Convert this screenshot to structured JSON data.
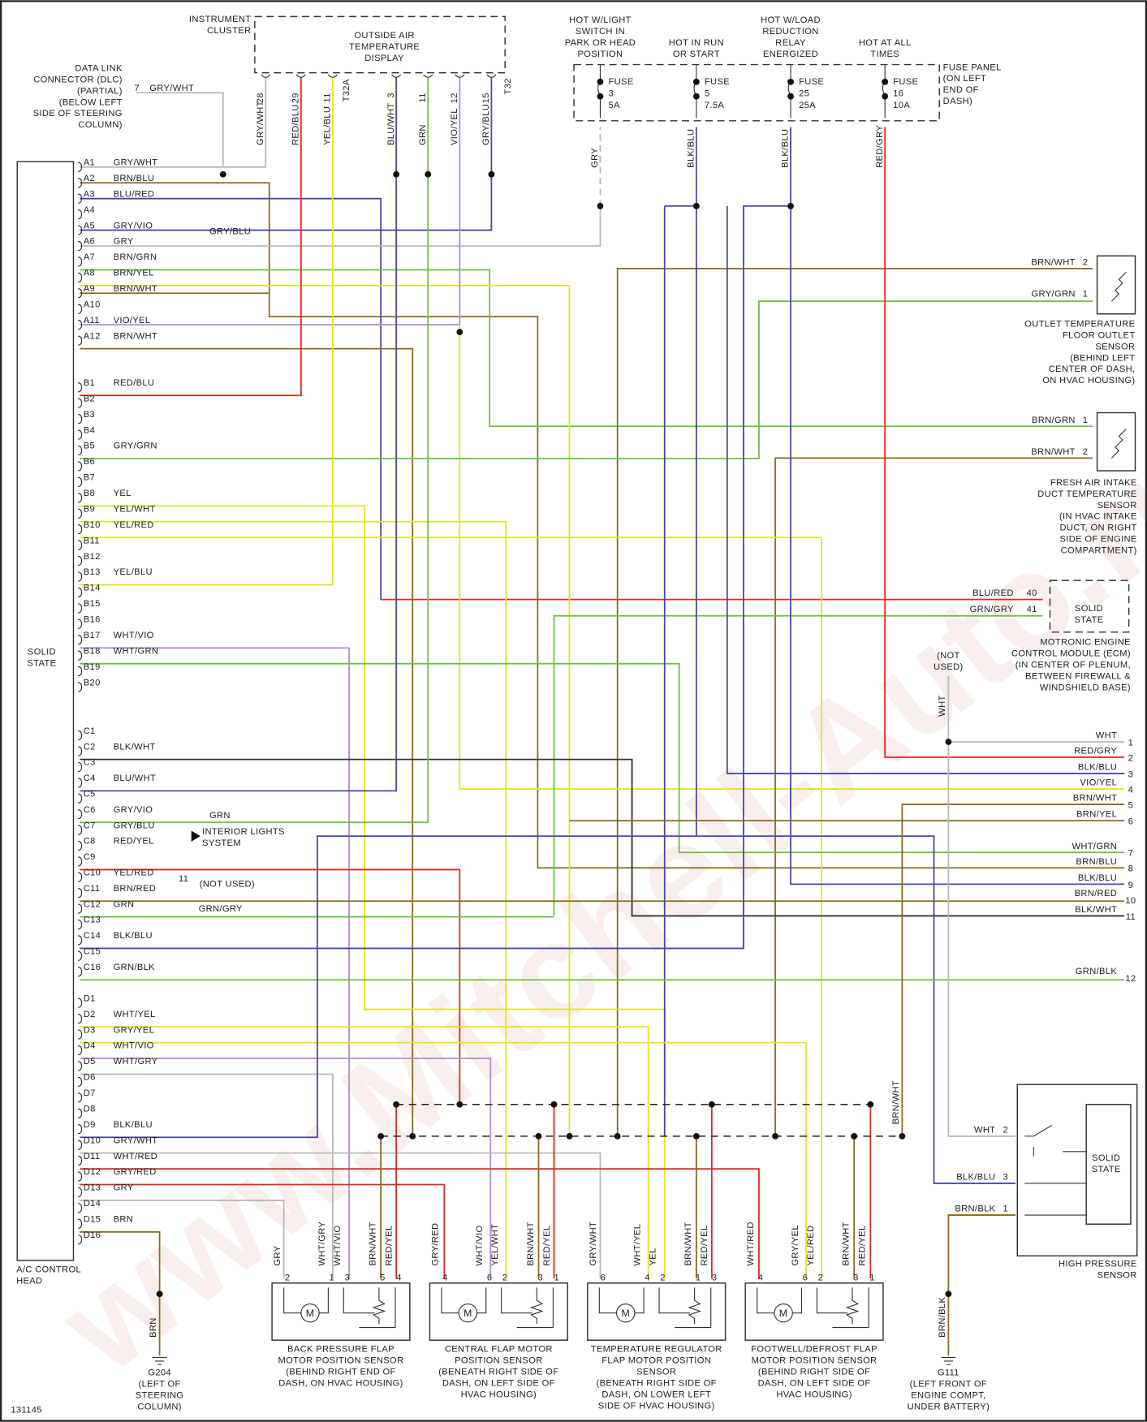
{
  "figure_number": "131145",
  "watermark": "www.Mitchell-Auto.ru",
  "wire_colors": {
    "GRY": "#b8b8b8",
    "BRN": "#8a6a1c",
    "BLU": "#4848a8",
    "RED": "#e0281e",
    "YEL": "#e6e21c",
    "GRN": "#6cc040",
    "VIO": "#b48cc8",
    "WHT": "#c8c8c8",
    "BLK": "#333333"
  },
  "instrument_cluster": {
    "label": [
      "INSTRUMENT",
      "CLUSTER"
    ],
    "display": [
      "OUTSIDE AIR",
      "TEMPERATURE",
      "DISPLAY"
    ],
    "connector_a": "T32A",
    "connector_b": "T32",
    "pins": [
      {
        "pin": "28",
        "wire": "GRY/WHT"
      },
      {
        "pin": "29",
        "wire": "RED/BLU"
      },
      {
        "pin": "11",
        "wire": "YEL/BLU"
      },
      {
        "pin": "3",
        "wire": "BLU/WHT"
      },
      {
        "pin": "11",
        "wire": "GRN"
      },
      {
        "pin": "12",
        "wire": "VIO/YEL"
      },
      {
        "pin": "15",
        "wire": "GRY/BLU"
      }
    ]
  },
  "dlc": {
    "label": [
      "DATA LINK",
      "CONNECTOR (DLC)",
      "(PARTIAL)",
      "(BELOW LEFT",
      "SIDE OF STEERING",
      "COLUMN)"
    ],
    "pin": "7",
    "wire": "GRY/WHT"
  },
  "fuse_panel": {
    "label": [
      "FUSE PANEL",
      "(ON LEFT",
      "END OF",
      "DASH)"
    ],
    "fuses": [
      {
        "condition": [
          "HOT W/LIGHT",
          "SWITCH IN",
          "PARK OR HEAD",
          "POSITION"
        ],
        "name": "FUSE",
        "number": "3",
        "rating": "5A",
        "wire": "GRY"
      },
      {
        "condition": [
          "HOT IN RUN",
          "OR START"
        ],
        "name": "FUSE",
        "number": "5",
        "rating": "7.5A",
        "wire": "BLK/BLU"
      },
      {
        "condition": [
          "HOT W/LOAD",
          "REDUCTION",
          "RELAY",
          "ENERGIZED"
        ],
        "name": "FUSE",
        "number": "25",
        "rating": "25A",
        "wire": "BLK/BLU"
      },
      {
        "condition": [
          "HOT AT ALL",
          "TIMES"
        ],
        "name": "FUSE",
        "number": "16",
        "rating": "10A",
        "wire": "RED/GRY"
      }
    ]
  },
  "ac_control_head": {
    "label": [
      "A/C CONTROL",
      "HEAD"
    ],
    "solid_state": [
      "SOLID",
      "STATE"
    ],
    "pins": {
      "A": [
        {
          "id": "A1",
          "wire": "GRY/WHT"
        },
        {
          "id": "A2",
          "wire": "BRN/BLU"
        },
        {
          "id": "A3",
          "wire": "BLU/RED"
        },
        {
          "id": "A4",
          "wire": ""
        },
        {
          "id": "A5",
          "wire": "GRY/VIO"
        },
        {
          "id": "A6",
          "wire": "GRY"
        },
        {
          "id": "A7",
          "wire": "BRN/GRN"
        },
        {
          "id": "A8",
          "wire": "BRN/YEL"
        },
        {
          "id": "A9",
          "wire": "BRN/WHT"
        },
        {
          "id": "A10",
          "wire": ""
        },
        {
          "id": "A11",
          "wire": "VIO/YEL"
        },
        {
          "id": "A12",
          "wire": "BRN/WHT"
        }
      ],
      "B": [
        {
          "id": "B1",
          "wire": "RED/BLU"
        },
        {
          "id": "B2",
          "wire": ""
        },
        {
          "id": "B3",
          "wire": ""
        },
        {
          "id": "B4",
          "wire": ""
        },
        {
          "id": "B5",
          "wire": "GRY/GRN"
        },
        {
          "id": "B6",
          "wire": ""
        },
        {
          "id": "B7",
          "wire": ""
        },
        {
          "id": "B8",
          "wire": "YEL"
        },
        {
          "id": "B9",
          "wire": "YEL/WHT"
        },
        {
          "id": "B10",
          "wire": "YEL/RED"
        },
        {
          "id": "B11",
          "wire": ""
        },
        {
          "id": "B12",
          "wire": ""
        },
        {
          "id": "B13",
          "wire": "YEL/BLU"
        },
        {
          "id": "B14",
          "wire": ""
        },
        {
          "id": "B15",
          "wire": ""
        },
        {
          "id": "B16",
          "wire": ""
        },
        {
          "id": "B17",
          "wire": "WHT/VIO"
        },
        {
          "id": "B18",
          "wire": "WHT/GRN"
        },
        {
          "id": "B19",
          "wire": ""
        },
        {
          "id": "B20",
          "wire": ""
        }
      ],
      "C": [
        {
          "id": "C1",
          "wire": ""
        },
        {
          "id": "C2",
          "wire": "BLK/WHT"
        },
        {
          "id": "C3",
          "wire": ""
        },
        {
          "id": "C4",
          "wire": "BLU/WHT"
        },
        {
          "id": "C5",
          "wire": ""
        },
        {
          "id": "C6",
          "wire": "GRY/VIO"
        },
        {
          "id": "C7",
          "wire": "GRY/BLU"
        },
        {
          "id": "C8",
          "wire": "RED/YEL"
        },
        {
          "id": "C9",
          "wire": ""
        },
        {
          "id": "C10",
          "wire": "YEL/RED"
        },
        {
          "id": "C11",
          "wire": "BRN/RED"
        },
        {
          "id": "C12",
          "wire": "GRN"
        },
        {
          "id": "C13",
          "wire": ""
        },
        {
          "id": "C14",
          "wire": "BLK/BLU"
        },
        {
          "id": "C15",
          "wire": ""
        },
        {
          "id": "C16",
          "wire": "GRN/BLK"
        }
      ],
      "D": [
        {
          "id": "D1",
          "wire": ""
        },
        {
          "id": "D2",
          "wire": "WHT/YEL"
        },
        {
          "id": "D3",
          "wire": "GRY/YEL"
        },
        {
          "id": "D4",
          "wire": "WHT/VIO"
        },
        {
          "id": "D5",
          "wire": "WHT/GRY"
        },
        {
          "id": "D6",
          "wire": ""
        },
        {
          "id": "D7",
          "wire": ""
        },
        {
          "id": "D8",
          "wire": ""
        },
        {
          "id": "D9",
          "wire": "BLK/BLU"
        },
        {
          "id": "D10",
          "wire": "GRY/WHT"
        },
        {
          "id": "D11",
          "wire": "WHT/RED"
        },
        {
          "id": "D12",
          "wire": "GRY/RED"
        },
        {
          "id": "D13",
          "wire": "GRY"
        },
        {
          "id": "D14",
          "wire": ""
        },
        {
          "id": "D15",
          "wire": "BRN"
        },
        {
          "id": "D16",
          "wire": ""
        }
      ]
    }
  },
  "inline_labels": {
    "a5_splice": "GRY/BLU",
    "c6_splice": "GRN",
    "c7_interior": [
      "INTERIOR LIGHTS",
      "SYSTEM"
    ],
    "c10_pin": "11",
    "c10_note": "(NOT USED)",
    "c12_splice": "GRN/GRY"
  },
  "outlet_sensor": {
    "pins": [
      {
        "pin": "2",
        "wire": "BRN/WHT"
      },
      {
        "pin": "1",
        "wire": "GRY/GRN"
      }
    ],
    "label": [
      "OUTLET TEMPERATURE",
      "FLOOR OUTLET",
      "SENSOR",
      "(BEHIND LEFT",
      "CENTER OF DASH,",
      "ON HVAC HOUSING)"
    ]
  },
  "fresh_air_sensor": {
    "pins": [
      {
        "pin": "1",
        "wire": "BRN/GRN"
      },
      {
        "pin": "2",
        "wire": "BRN/WHT"
      }
    ],
    "label": [
      "FRESH AIR INTAKE",
      "DUCT TEMPERATURE",
      "SENSOR",
      "(IN HVAC INTAKE",
      "DUCT, ON RIGHT",
      "SIDE OF ENGINE",
      "COMPARTMENT)"
    ]
  },
  "ecm": {
    "pins": [
      {
        "pin": "40",
        "wire": "BLU/RED"
      },
      {
        "pin": "41",
        "wire": "GRN/GRY"
      }
    ],
    "solid_state": [
      "SOLID",
      "STATE"
    ],
    "label": [
      "MOTRONIC ENGINE",
      "CONTROL MODULE (ECM)",
      "(IN CENTER OF PLENUM,",
      "BETWEEN FIREWALL &",
      "WINDSHIELD BASE)"
    ]
  },
  "harness_connector": {
    "not_used": [
      "(NOT",
      "USED)"
    ],
    "not_used_wire": "WHT",
    "pins": [
      {
        "pin": "1",
        "wire": "WHT"
      },
      {
        "pin": "2",
        "wire": "RED/GRY"
      },
      {
        "pin": "3",
        "wire": "BLK/BLU"
      },
      {
        "pin": "4",
        "wire": "VIO/YEL"
      },
      {
        "pin": "5",
        "wire": "BRN/WHT"
      },
      {
        "pin": "6",
        "wire": "BRN/YEL"
      },
      {
        "pin": "7",
        "wire": "WHT/GRN"
      },
      {
        "pin": "8",
        "wire": "BRN/BLU"
      },
      {
        "pin": "9",
        "wire": "BLK/BLU"
      },
      {
        "pin": "10",
        "wire": "BRN/RED"
      },
      {
        "pin": "11",
        "wire": "BLK/WHT"
      },
      {
        "pin": "12",
        "wire": "GRN/BLK"
      }
    ]
  },
  "bus_wire": "BRN/WHT",
  "high_pressure_sensor": {
    "pins": [
      {
        "pin": "2",
        "wire": "WHT"
      },
      {
        "pin": "3",
        "wire": "BLK/BLU"
      },
      {
        "pin": "1",
        "wire": "BRN/BLK"
      }
    ],
    "solid_state": [
      "SOLID",
      "STATE"
    ],
    "label": [
      "HIGH PRESSURE",
      "SENSOR"
    ]
  },
  "flap_sensors": [
    {
      "label": [
        "BACK PRESSURE FLAP",
        "MOTOR POSITION SENSOR",
        "(BEHIND RIGHT END OF",
        "DASH, ON HVAC HOUSING)"
      ],
      "pins": [
        {
          "pin": "2",
          "wire": "GRY"
        },
        {
          "pin": "1",
          "wire": "WHT/GRY"
        },
        {
          "pin": "3",
          "wire": "WHT/VIO"
        },
        {
          "pin": "5",
          "wire": "BRN/WHT"
        },
        {
          "pin": "4",
          "wire": "RED/YEL"
        }
      ]
    },
    {
      "label": [
        "CENTRAL FLAP MOTOR",
        "POSITION SENSOR",
        "(BENEATH RIGHT SIDE OF",
        "DASH, ON LEFT SIDE OF",
        "HVAC HOUSING)"
      ],
      "pins": [
        {
          "pin": "4",
          "wire": "GRY/RED"
        },
        {
          "pin": "6",
          "wire": "WHT/VIO"
        },
        {
          "pin": "2",
          "wire": "YEL/WHT"
        },
        {
          "pin": "3",
          "wire": "BRN/WHT"
        },
        {
          "pin": "1",
          "wire": "RED/YEL"
        }
      ]
    },
    {
      "label": [
        "TEMPERATURE REGULATOR",
        "FLAP MOTOR POSITION",
        "SENSOR",
        "(BENEATH RIGHT SIDE OF",
        "DASH, ON LOWER LEFT",
        "SIDE OF HVAC HOUSING)"
      ],
      "pins": [
        {
          "pin": "6",
          "wire": "GRY/WHT"
        },
        {
          "pin": "4",
          "wire": "WHT/YEL"
        },
        {
          "pin": "2",
          "wire": "YEL"
        },
        {
          "pin": "1",
          "wire": "BRN/WHT"
        },
        {
          "pin": "3",
          "wire": "RED/YEL"
        }
      ]
    },
    {
      "label": [
        "FOOTWELL/DEFROST FLAP",
        "MOTOR POSITION SENSOR",
        "(BEHIND RIGHT SIDE OF",
        "DASH, ON LEFT SIDE OF",
        "HVAC HOUSING)"
      ],
      "pins": [
        {
          "pin": "4",
          "wire": "WHT/RED"
        },
        {
          "pin": "6",
          "wire": "GRY/YEL"
        },
        {
          "pin": "2",
          "wire": "YEL/RED"
        },
        {
          "pin": "3",
          "wire": "BRN/WHT"
        },
        {
          "pin": "1",
          "wire": "RED/YEL"
        }
      ]
    }
  ],
  "motor_symbol": "M",
  "grounds": [
    {
      "wire": "BRN",
      "label": [
        "G204",
        "(LEFT OF",
        "STEERING",
        "COLUMN)"
      ]
    },
    {
      "wire": "BRN/BLK",
      "label": [
        "G111",
        "(LEFT FRONT OF",
        "ENGINE COMPT,",
        "UNDER BATTERY)"
      ]
    }
  ]
}
